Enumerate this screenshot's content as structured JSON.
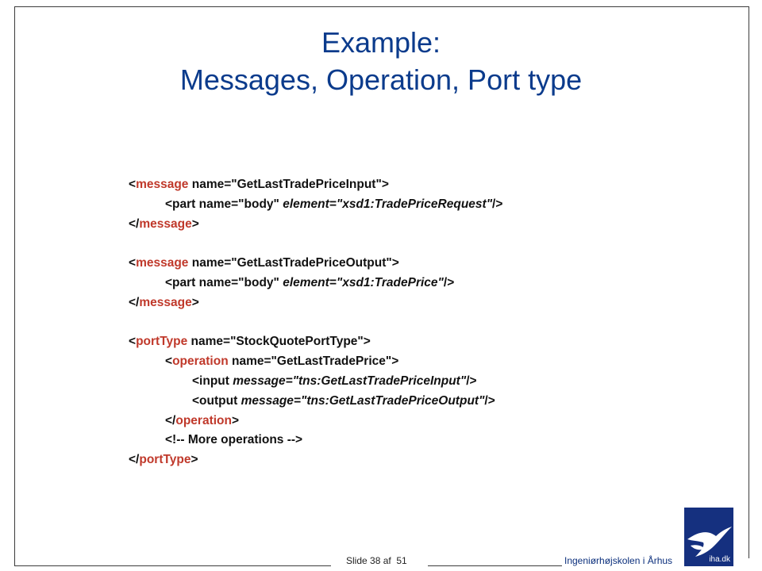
{
  "slide": {
    "title_line1": "Example:",
    "title_line2": "Messages, Operation, Port type"
  },
  "code": {
    "lines": [
      {
        "indent": 0,
        "parts": [
          [
            "n",
            "<"
          ],
          [
            "t",
            "message"
          ],
          [
            "n",
            " name=\"GetLastTradePriceInput\">"
          ]
        ]
      },
      {
        "indent": 1,
        "parts": [
          [
            "n",
            "<part name=\"body\" "
          ],
          [
            "ti",
            "element="
          ],
          [
            "ni",
            "\"xsd1:TradePriceRequest\""
          ],
          [
            "n",
            "/>"
          ]
        ]
      },
      {
        "indent": 0,
        "parts": [
          [
            "n",
            "</"
          ],
          [
            "t",
            "message"
          ],
          [
            "n",
            ">"
          ]
        ]
      },
      {
        "indent": 0,
        "parts": []
      },
      {
        "indent": 0,
        "parts": [
          [
            "n",
            "<"
          ],
          [
            "t",
            "message"
          ],
          [
            "n",
            " name=\"GetLastTradePriceOutput\">"
          ]
        ]
      },
      {
        "indent": 1,
        "parts": [
          [
            "n",
            "<part name=\"body\" "
          ],
          [
            "ti",
            "element="
          ],
          [
            "ni",
            "\"xsd1:TradePrice\""
          ],
          [
            "n",
            "/>"
          ]
        ]
      },
      {
        "indent": 0,
        "parts": [
          [
            "n",
            "</"
          ],
          [
            "t",
            "message"
          ],
          [
            "n",
            ">"
          ]
        ]
      },
      {
        "indent": 0,
        "parts": []
      },
      {
        "indent": 0,
        "parts": [
          [
            "n",
            "<"
          ],
          [
            "t",
            "portType"
          ],
          [
            "n",
            " name=\"StockQuotePortType\">"
          ]
        ]
      },
      {
        "indent": 1,
        "parts": [
          [
            "n",
            "<"
          ],
          [
            "t",
            "operation"
          ],
          [
            "n",
            " name=\"GetLastTradePrice\">"
          ]
        ]
      },
      {
        "indent": 2,
        "parts": [
          [
            "n",
            "<input "
          ],
          [
            "ti",
            "message="
          ],
          [
            "ni",
            "\"tns:GetLastTradePriceInput\""
          ],
          [
            "n",
            "/>"
          ]
        ]
      },
      {
        "indent": 2,
        "parts": [
          [
            "n",
            "<output "
          ],
          [
            "ti",
            "message="
          ],
          [
            "ni",
            "\"tns:GetLastTradePriceOutput\""
          ],
          [
            "n",
            "/>"
          ]
        ]
      },
      {
        "indent": 1,
        "parts": [
          [
            "n",
            "</"
          ],
          [
            "t",
            "operation"
          ],
          [
            "n",
            ">"
          ]
        ]
      },
      {
        "indent": 1,
        "parts": [
          [
            "n",
            "<!-- More operations -->"
          ]
        ]
      },
      {
        "indent": 0,
        "parts": [
          [
            "n",
            "</"
          ],
          [
            "t",
            "portType"
          ],
          [
            "n",
            ">"
          ]
        ]
      }
    ]
  },
  "footer": {
    "slide_number": "Slide 38 af  51",
    "institution": "Ingeniørhøjskolen i Århus",
    "logo_text": "iha.dk"
  },
  "colors": {
    "title": "#0b3b8c",
    "tag_keyword": "#c0392b",
    "logo_bg": "#15307f"
  },
  "icons": {
    "logo": "iha-bird-logo-icon"
  }
}
